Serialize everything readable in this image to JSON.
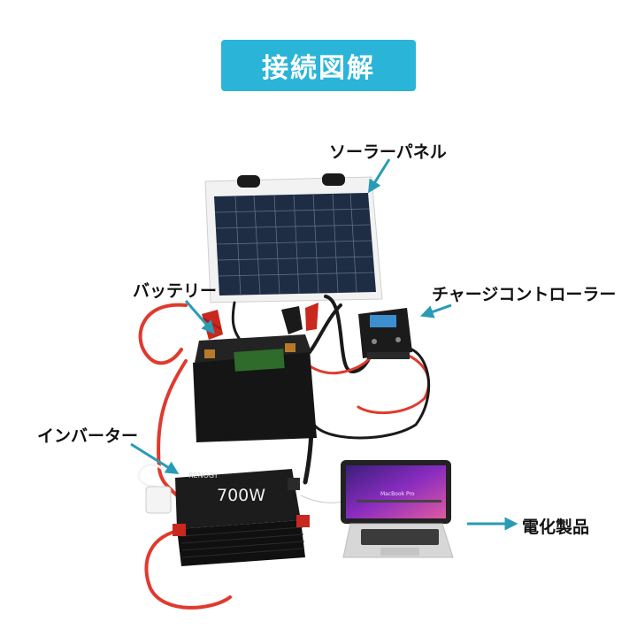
{
  "title": "接続図解",
  "labels": {
    "solar_panel": "ソーラーパネル",
    "battery": "バッテリー",
    "charge_controller": "チャージコントローラー",
    "inverter": "インバーター",
    "device": "電化製品"
  },
  "inverter": {
    "brand": "RENOGY",
    "rating": "700W"
  },
  "laptop_screen": "MacBook Pro",
  "colors": {
    "title_bg": "#2ab4d8",
    "arrow": "#2a9bb5",
    "red_wire": "#e03a2e",
    "black_wire": "#1a1a1a"
  }
}
